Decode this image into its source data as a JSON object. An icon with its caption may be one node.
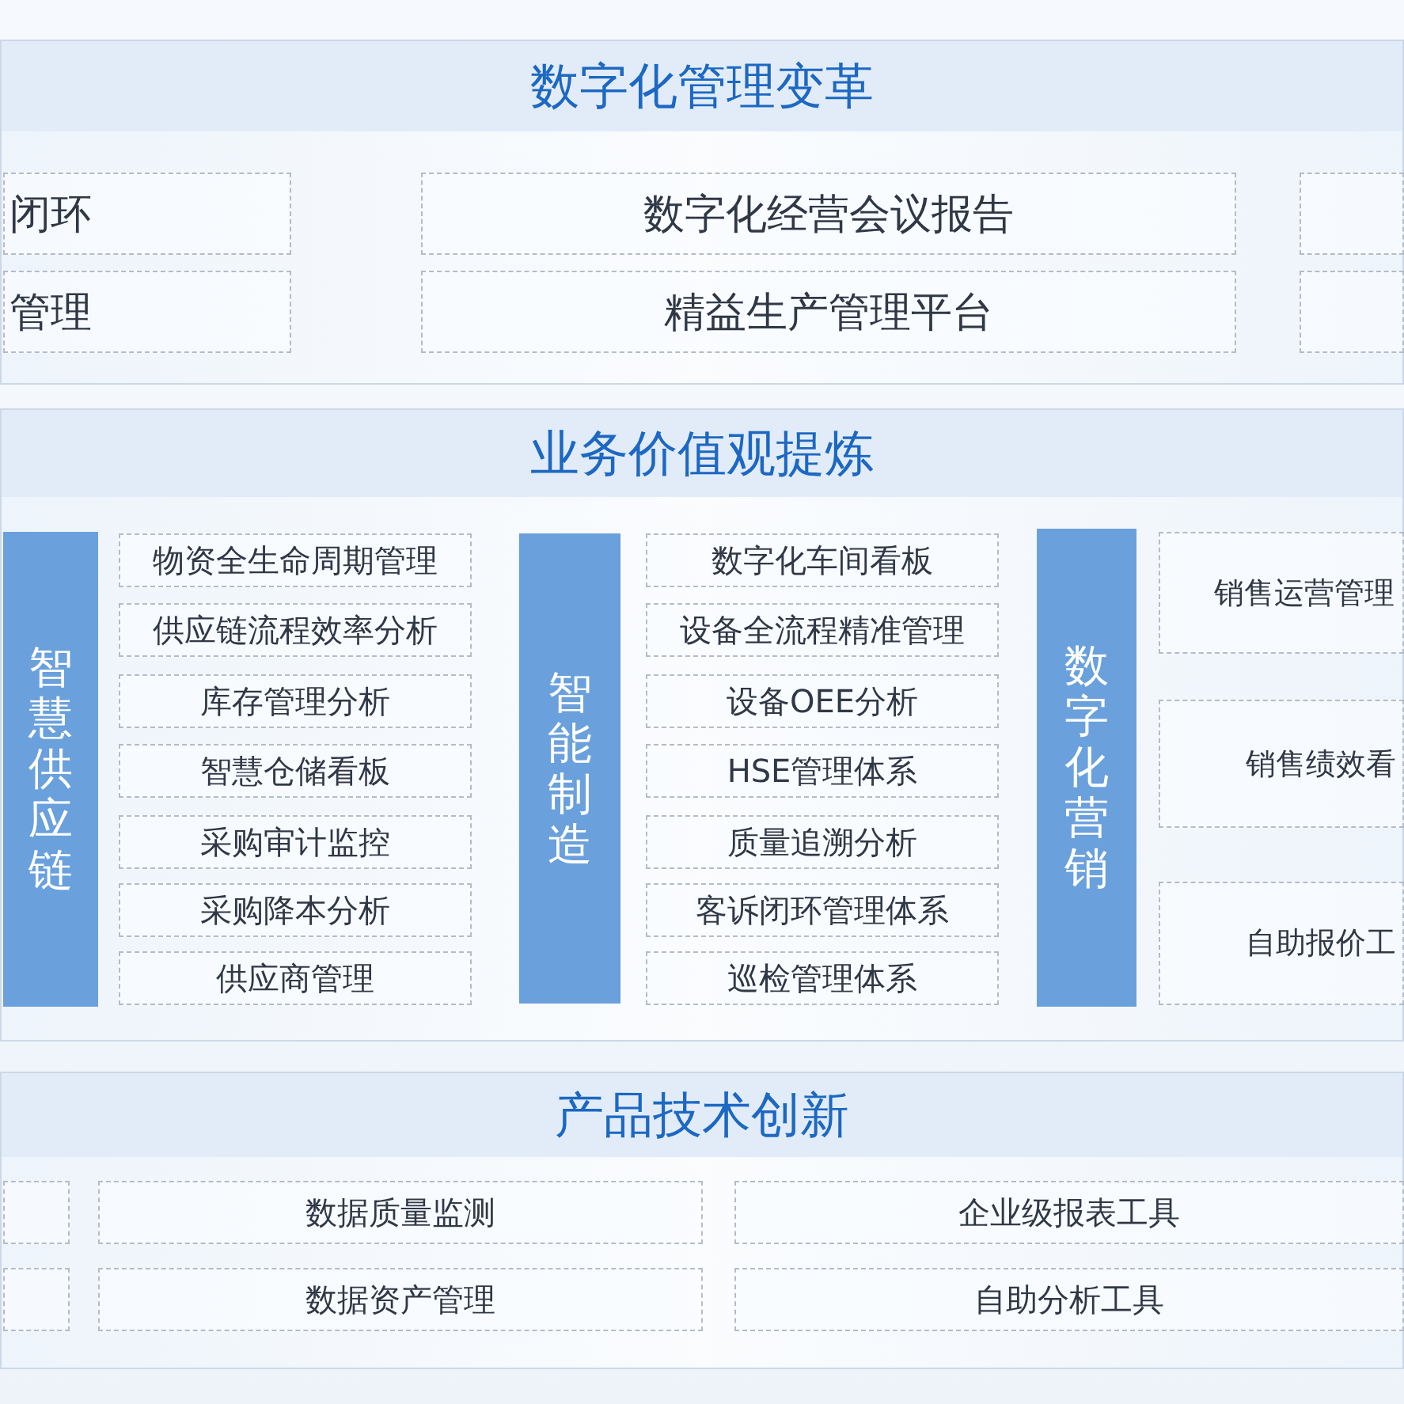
{
  "diagram": {
    "nodes": [
      {
        "text": [
          "数字化管理变革"
        ]
      },
      {
        "text": [
          "闭环"
        ],
        "in": 0
      },
      {
        "text": [
          "数字化经营会议报告"
        ],
        "in": 0
      },
      {
        "text": [],
        "shape": "box",
        "in": 0
      },
      {
        "text": [
          "管理"
        ],
        "in": 0
      },
      {
        "text": [
          "精益生产管理平台"
        ],
        "in": 0
      },
      {
        "text": [],
        "shape": "box",
        "in": 0
      },
      {
        "text": [
          "业务价值观提炼"
        ]
      },
      {
        "text": [
          "智慧供应链"
        ],
        "in": 7
      },
      {
        "text": [
          "物资全生命周期管理"
        ],
        "in": 7
      },
      {
        "text": [
          "供应链流程效率分析"
        ],
        "in": 7
      },
      {
        "text": [
          "库存管理分析"
        ],
        "in": 7
      },
      {
        "text": [
          "智慧仓储看板"
        ],
        "in": 7
      },
      {
        "text": [
          "采购审计监控"
        ],
        "in": 7
      },
      {
        "text": [
          "采购降本分析"
        ],
        "in": 7
      },
      {
        "text": [
          "供应商管理"
        ],
        "in": 7
      },
      {
        "text": [
          "智能制造"
        ],
        "in": 7
      },
      {
        "text": [
          "数字化车间看板"
        ],
        "in": 7
      },
      {
        "text": [
          "设备全流程精准管理"
        ],
        "in": 7
      },
      {
        "text": [
          "设备OEE分析"
        ],
        "in": 7
      },
      {
        "text": [
          "HSE管理体系"
        ],
        "in": 7
      },
      {
        "text": [
          "质量追溯分析"
        ],
        "in": 7
      },
      {
        "text": [
          "客诉闭环管理体系"
        ],
        "in": 7
      },
      {
        "text": [
          "巡检管理体系"
        ],
        "in": 7
      },
      {
        "text": [
          "数字化营销"
        ],
        "in": 7
      },
      {
        "text": [
          "销售运营管理"
        ],
        "in": 7
      },
      {
        "text": [
          "销售绩效看"
        ],
        "in": 7
      },
      {
        "text": [
          "自助报价工"
        ],
        "in": 7
      },
      {
        "text": [
          "产品技术创新"
        ]
      },
      {
        "text": [],
        "shape": "box",
        "in": 28
      },
      {
        "text": [
          "数据质量监测"
        ],
        "in": 28
      },
      {
        "text": [
          "企业级报表工具"
        ],
        "in": 28
      },
      {
        "text": [],
        "shape": "box",
        "in": 28
      },
      {
        "text": [
          "数据资产管理"
        ],
        "in": 28
      },
      {
        "text": [
          "自助分析工具"
        ],
        "in": 28
      }
    ]
  }
}
